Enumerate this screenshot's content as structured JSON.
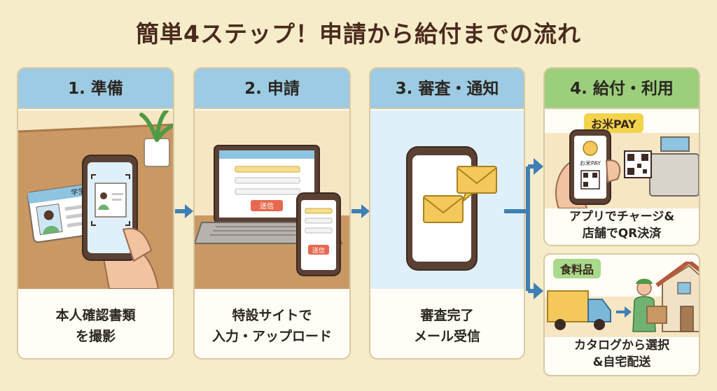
{
  "title": "簡単4ステップ！申請から給付までの流れ",
  "steps": [
    {
      "label": "1. 準備",
      "caption_line1": "本人確認書類",
      "caption_line2": "を撮影",
      "card_text": "学生証"
    },
    {
      "label": "2. 申請",
      "caption_line1": "特設サイトで",
      "caption_line2": "入力・アップロード",
      "laptop_button": "送信",
      "phone_button": "送信"
    },
    {
      "label": "3. 審査・通知",
      "caption_line1": "審査完了",
      "caption_line2": "メール受信"
    },
    {
      "label": "4. 給付・利用"
    }
  ],
  "pay": {
    "tag": "お米PAY",
    "app_label": "お米PAY",
    "caption_line1": "アプリでチャージ&",
    "caption_line2": "店舗でQR決済"
  },
  "food": {
    "tag": "食料品",
    "caption_line1": "カタログから選択",
    "caption_line2": "&自宅配送"
  },
  "colors": {
    "background": "#f6ecc9",
    "header_blue": "#9ccbe3",
    "header_green": "#9ccf7c",
    "arrow": "#3f7fb5",
    "tag_yellow": "#f3d34a"
  }
}
